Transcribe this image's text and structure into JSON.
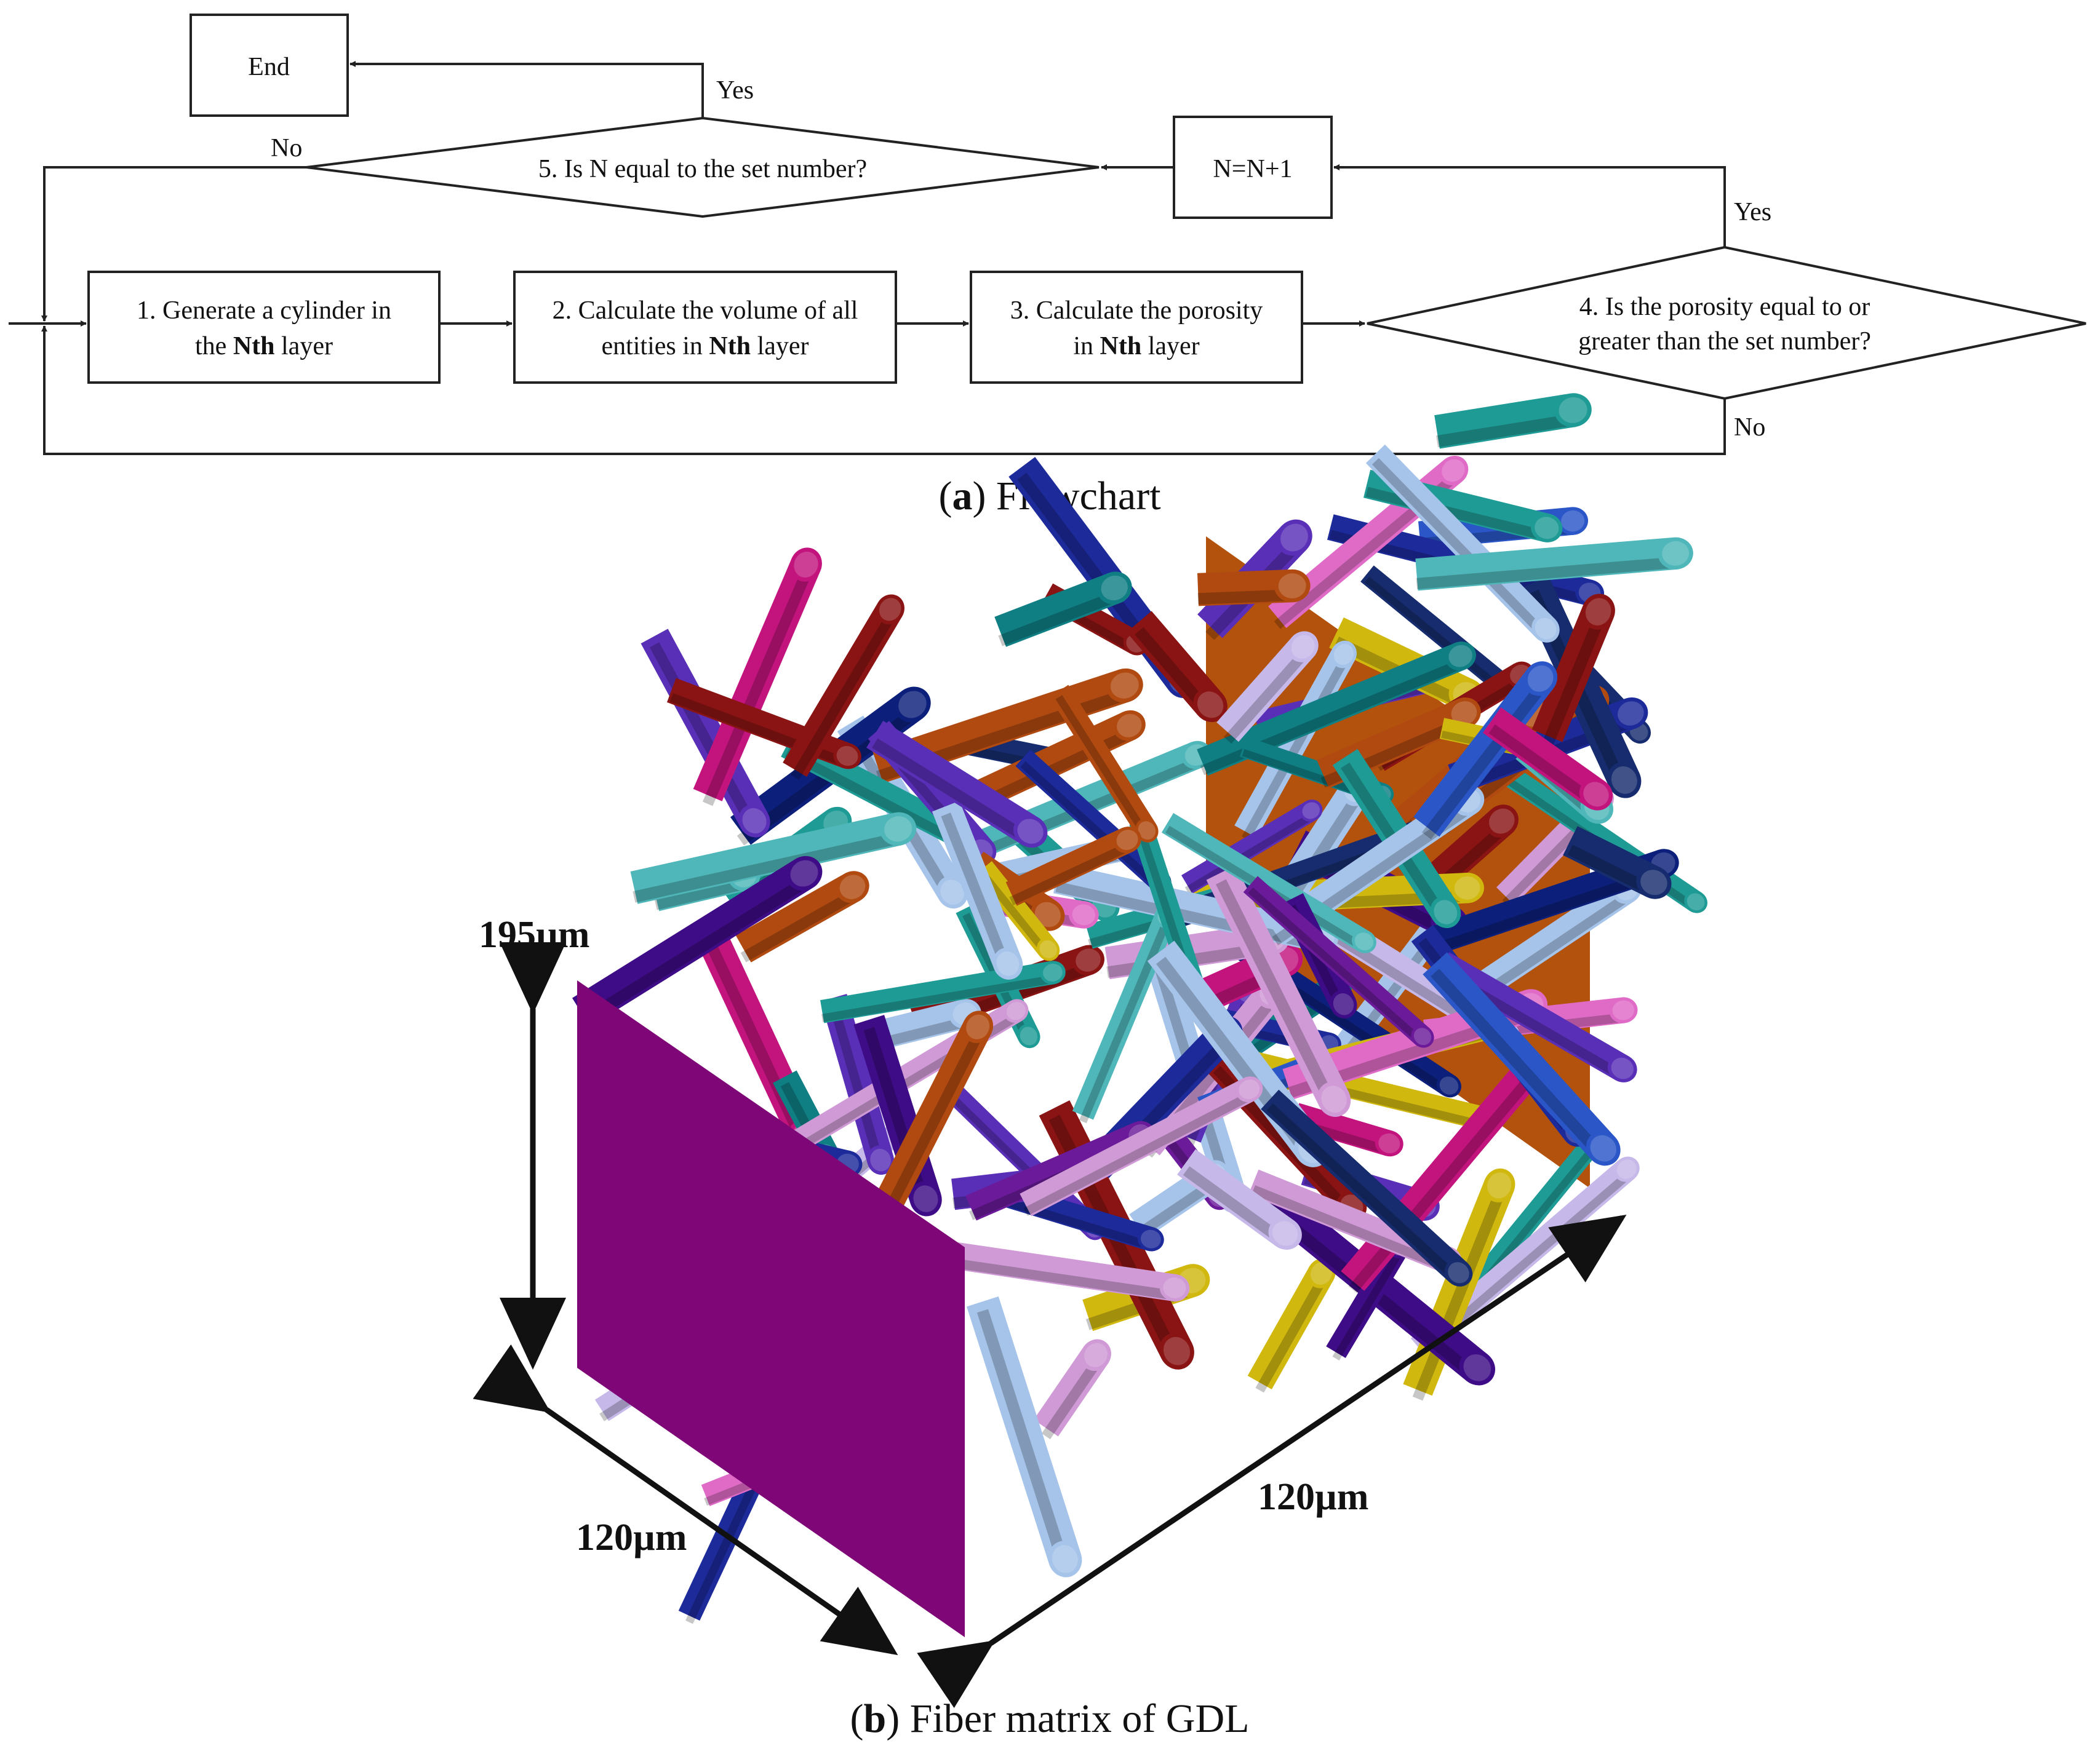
{
  "flowchart": {
    "end_label": "End",
    "step1": {
      "prefix": "1. Generate a cylinder in",
      "line2_a": "the ",
      "line2_b": "Nth",
      "line2_c": " layer"
    },
    "step2": {
      "line1": "2. Calculate the volume of all",
      "line2_a": "entities in ",
      "line2_b": "Nth",
      "line2_c": " layer"
    },
    "step3": {
      "line1": "3. Calculate the porosity",
      "line2_a": "in ",
      "line2_b": "Nth",
      "line2_c": " layer"
    },
    "step4": {
      "line1": "4. Is the porosity equal to or",
      "line2": "greater than the set number?"
    },
    "step5": {
      "line1": "5.  Is N equal to the set number?"
    },
    "increment_label": "N=N+1",
    "yes_label": "Yes",
    "no_label": "No"
  },
  "captions": {
    "a_letter": "a",
    "a_text": " Flowchart",
    "b_letter": "b",
    "b_text": " Fiber matrix of GDL"
  },
  "dimensions": {
    "height": "195µm",
    "depth_front": "120µm",
    "length": "120µm"
  },
  "colors": {
    "front_plate": "#7e0676",
    "back_plate": "#b3520d",
    "fibers": [
      "#1d2a9a",
      "#0c1f7a",
      "#2a56c8",
      "#0f7f84",
      "#1f9b96",
      "#c3147e",
      "#e06bc7",
      "#cf9ad5",
      "#6b1a9a",
      "#5a2fb8",
      "#d0b80f",
      "#8a1414",
      "#a6c4ea",
      "#c6b8e8",
      "#b14a10",
      "#4fb7b9",
      "#162c6e",
      "#3e0c86"
    ]
  }
}
